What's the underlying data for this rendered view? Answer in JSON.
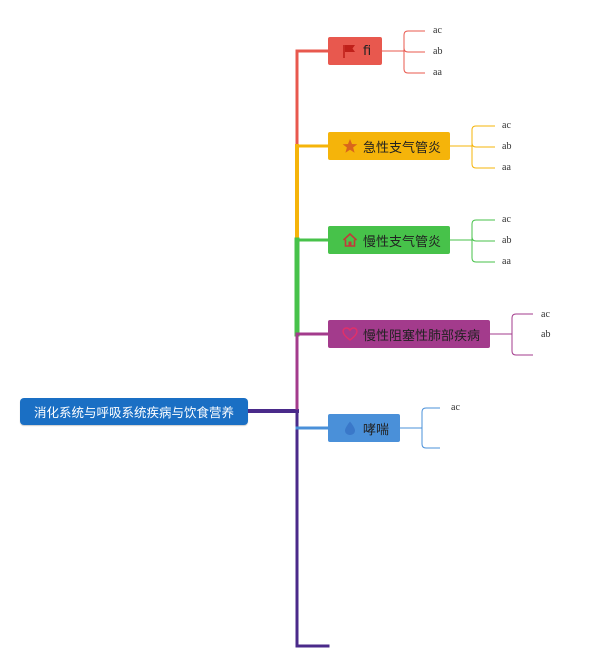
{
  "root": {
    "label": "消化系统与呼吸系统疾病与饮食营养",
    "color": "#1a6fc4"
  },
  "branches": [
    {
      "id": "b0",
      "label": "fi",
      "icon": "flag-icon",
      "color": "#e8584e",
      "leaves": [
        "ac",
        "ab",
        "aa"
      ]
    },
    {
      "id": "b1",
      "label": "急性支气管炎",
      "icon": "star-icon",
      "color": "#f5b40a",
      "leaves": [
        "ac",
        "ab",
        "aa"
      ]
    },
    {
      "id": "b2",
      "label": "慢性支气管炎",
      "icon": "home-icon",
      "color": "#47c24a",
      "leaves": [
        "ac",
        "ab",
        "aa"
      ]
    },
    {
      "id": "b3",
      "label": "慢性阻塞性肺部疾病",
      "icon": "heart-icon",
      "color": "#a33b8c",
      "leaves": [
        "ac",
        "ab"
      ]
    },
    {
      "id": "b4",
      "label": "哮喘",
      "icon": "drop-icon",
      "color": "#4a90d9",
      "leaves": [
        "ac"
      ]
    }
  ],
  "trunk_color": "#4a2a8a"
}
